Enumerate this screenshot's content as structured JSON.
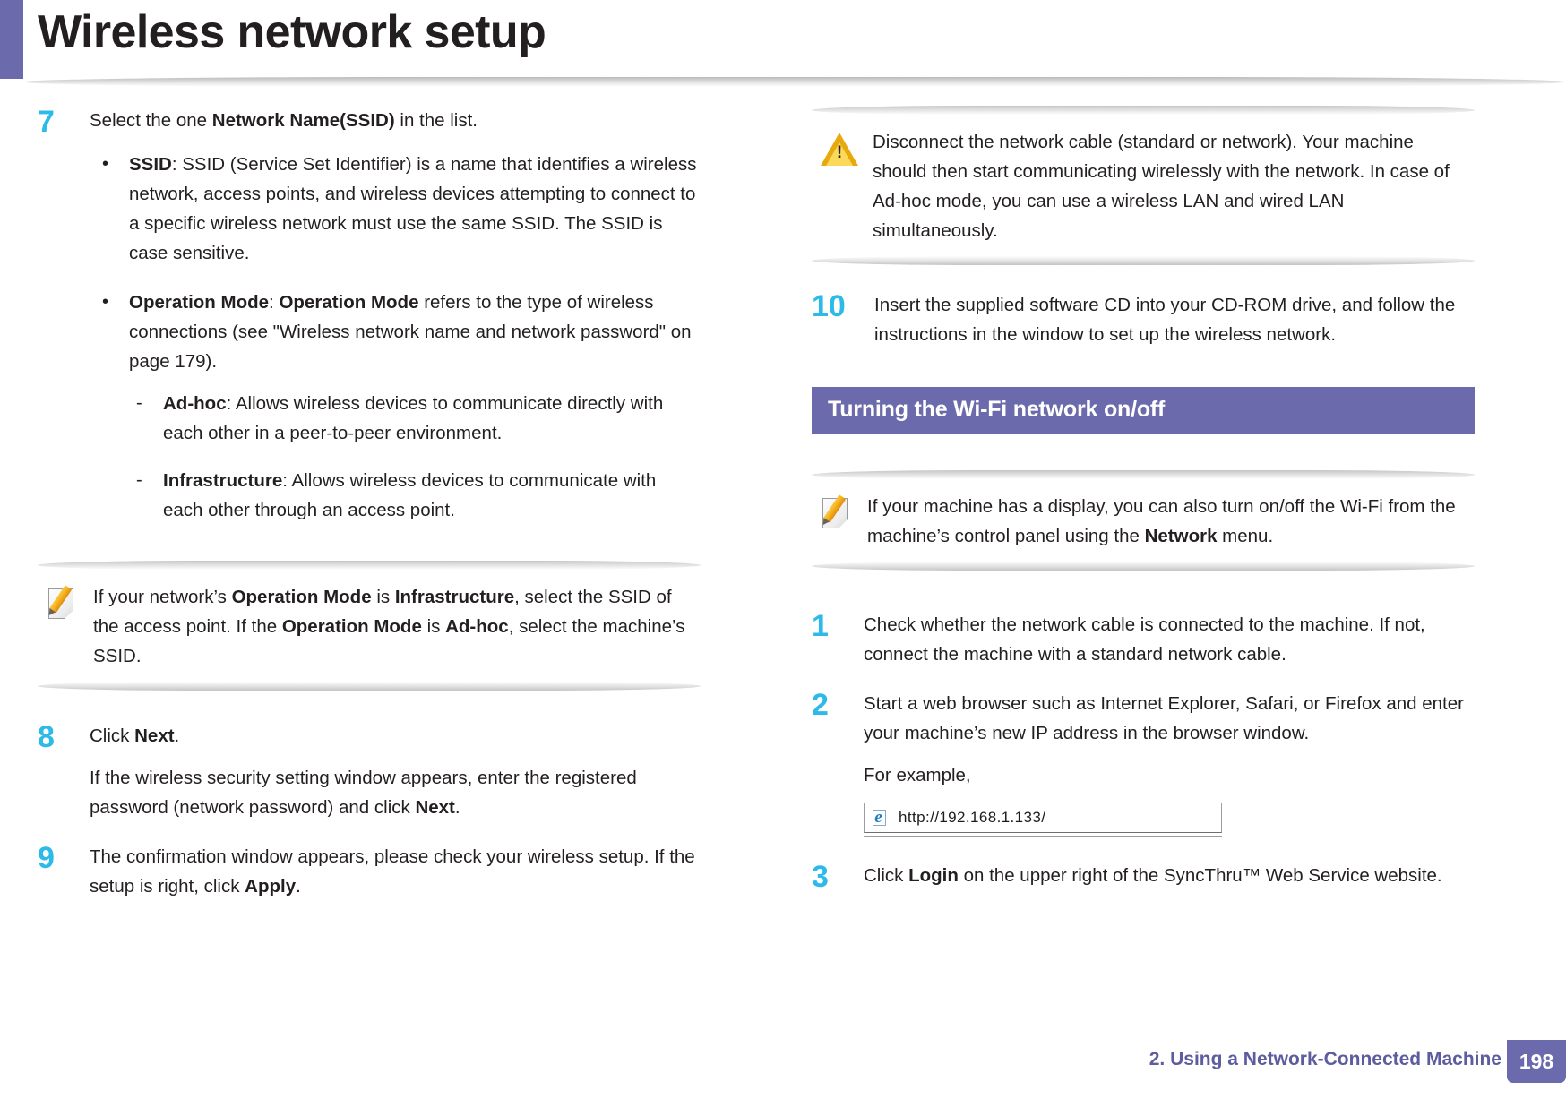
{
  "header": {
    "title": "Wireless network setup",
    "accent_color": "#6b6aad"
  },
  "colors": {
    "step_number": "#2cbbe8",
    "section_bar": "#6b6aad",
    "footer_text": "#5d5c9e",
    "caution_icon": "#e8a90f",
    "note_pencil": "#f6b21b"
  },
  "left_column": {
    "step7": {
      "number": "7",
      "text_1": "Select the one ",
      "text_bold": "Network Name(SSID)",
      "text_2": " in the list.",
      "bullets": [
        {
          "marker": "•",
          "bold": "SSID",
          "rest": ": SSID (Service Set Identifier) is a name that identifies a wireless network, access points, and wireless devices attempting to connect to a specific wireless network must use the same SSID. The SSID is case sensitive."
        },
        {
          "marker": "•",
          "bold": "Operation Mode",
          "sep": ": ",
          "bold2": "Operation Mode",
          "rest": " refers to the type of wireless connections (see \"Wireless network name and network password\" on page 179).",
          "subbullets": [
            {
              "marker": "-",
              "bold": "Ad-hoc",
              "rest": ": Allows wireless devices to communicate directly with each other in a peer-to-peer environment."
            },
            {
              "marker": "-",
              "bold": "Infrastructure",
              "rest": ": Allows wireless devices to communicate with each other through an access point."
            }
          ]
        }
      ]
    },
    "note": {
      "icon": "note-pencil-icon",
      "part_1": "If your network’s ",
      "bold_1": "Operation Mode",
      "part_2": " is ",
      "bold_2": "Infrastructure",
      "part_3": ", select the SSID of the access point. If the ",
      "bold_3": "Operation Mode",
      "part_4": " is ",
      "bold_4": "Ad-hoc",
      "part_5": ", select the machine’s SSID."
    },
    "step8": {
      "number": "8",
      "line1_pre": "Click ",
      "line1_bold": "Next",
      "line1_post": ".",
      "line2_pre": "If the wireless security setting window appears, enter the registered password (network password) and click ",
      "line2_bold": "Next",
      "line2_post": "."
    },
    "step9": {
      "number": "9",
      "pre": "The confirmation window appears, please check your wireless setup. If the setup is right, click ",
      "bold": "Apply",
      "post": "."
    }
  },
  "right_column": {
    "caution": {
      "icon": "warning-triangle-icon",
      "text": "Disconnect the network cable (standard or network). Your machine should then start communicating wirelessly with the network. In case of Ad-hoc mode, you can use a wireless LAN and wired LAN simultaneously."
    },
    "step10": {
      "number": "10",
      "text": "Insert the supplied software CD into your CD-ROM drive, and follow the instructions in the window to set up the wireless network."
    },
    "section_heading": "Turning the Wi-Fi network on/off",
    "note": {
      "icon": "note-pencil-icon",
      "pre": "If your machine has a display, you can also turn on/off the Wi-Fi from the machine’s control panel using the ",
      "bold": "Network",
      "post": " menu."
    },
    "step1": {
      "number": "1",
      "text": "Check whether the network cable is connected to the machine. If not, connect the machine with a standard network cable."
    },
    "step2": {
      "number": "2",
      "text": "Start a web browser such as Internet Explorer, Safari, or Firefox and enter your machine’s new IP address in the browser window.",
      "example_label": "For example,",
      "address_bar": {
        "icon": "internet-explorer-icon",
        "url": "http://192.168.1.133/"
      }
    },
    "step3": {
      "number": "3",
      "pre": "Click ",
      "bold": "Login",
      "post": " on the upper right of the SyncThru™ Web Service website."
    }
  },
  "footer": {
    "chapter": "2.  Using a Network-Connected Machine",
    "page_number": "198"
  }
}
